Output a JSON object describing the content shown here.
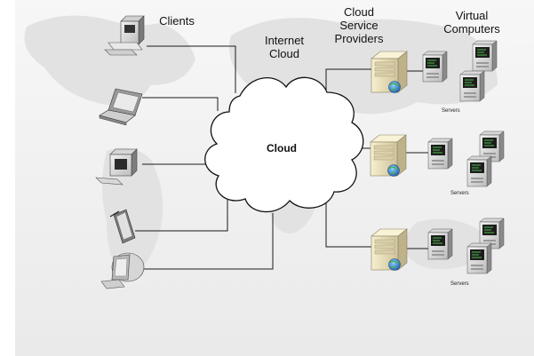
{
  "labels": {
    "clients": "Clients",
    "internet_cloud": "Internet\nCloud",
    "cloud_service_providers": "Cloud\nService\nProviders",
    "virtual_computers": "Virtual\nComputers",
    "cloud": "Cloud"
  },
  "server_groups": [
    {
      "label": "Servers"
    },
    {
      "label": "Servers"
    },
    {
      "label": "Servers"
    }
  ],
  "clients": [
    "desktop-computer",
    "laptop",
    "mini-pc",
    "tablet",
    "imac"
  ],
  "colors": {
    "background_panel": "#f0f0f0",
    "world_map": "#e2e2e2",
    "line": "#1a1a1a",
    "server_case": "#e9dfb8",
    "monitor_dark": "#2c2c2c",
    "globe": "#2f6fb3"
  }
}
